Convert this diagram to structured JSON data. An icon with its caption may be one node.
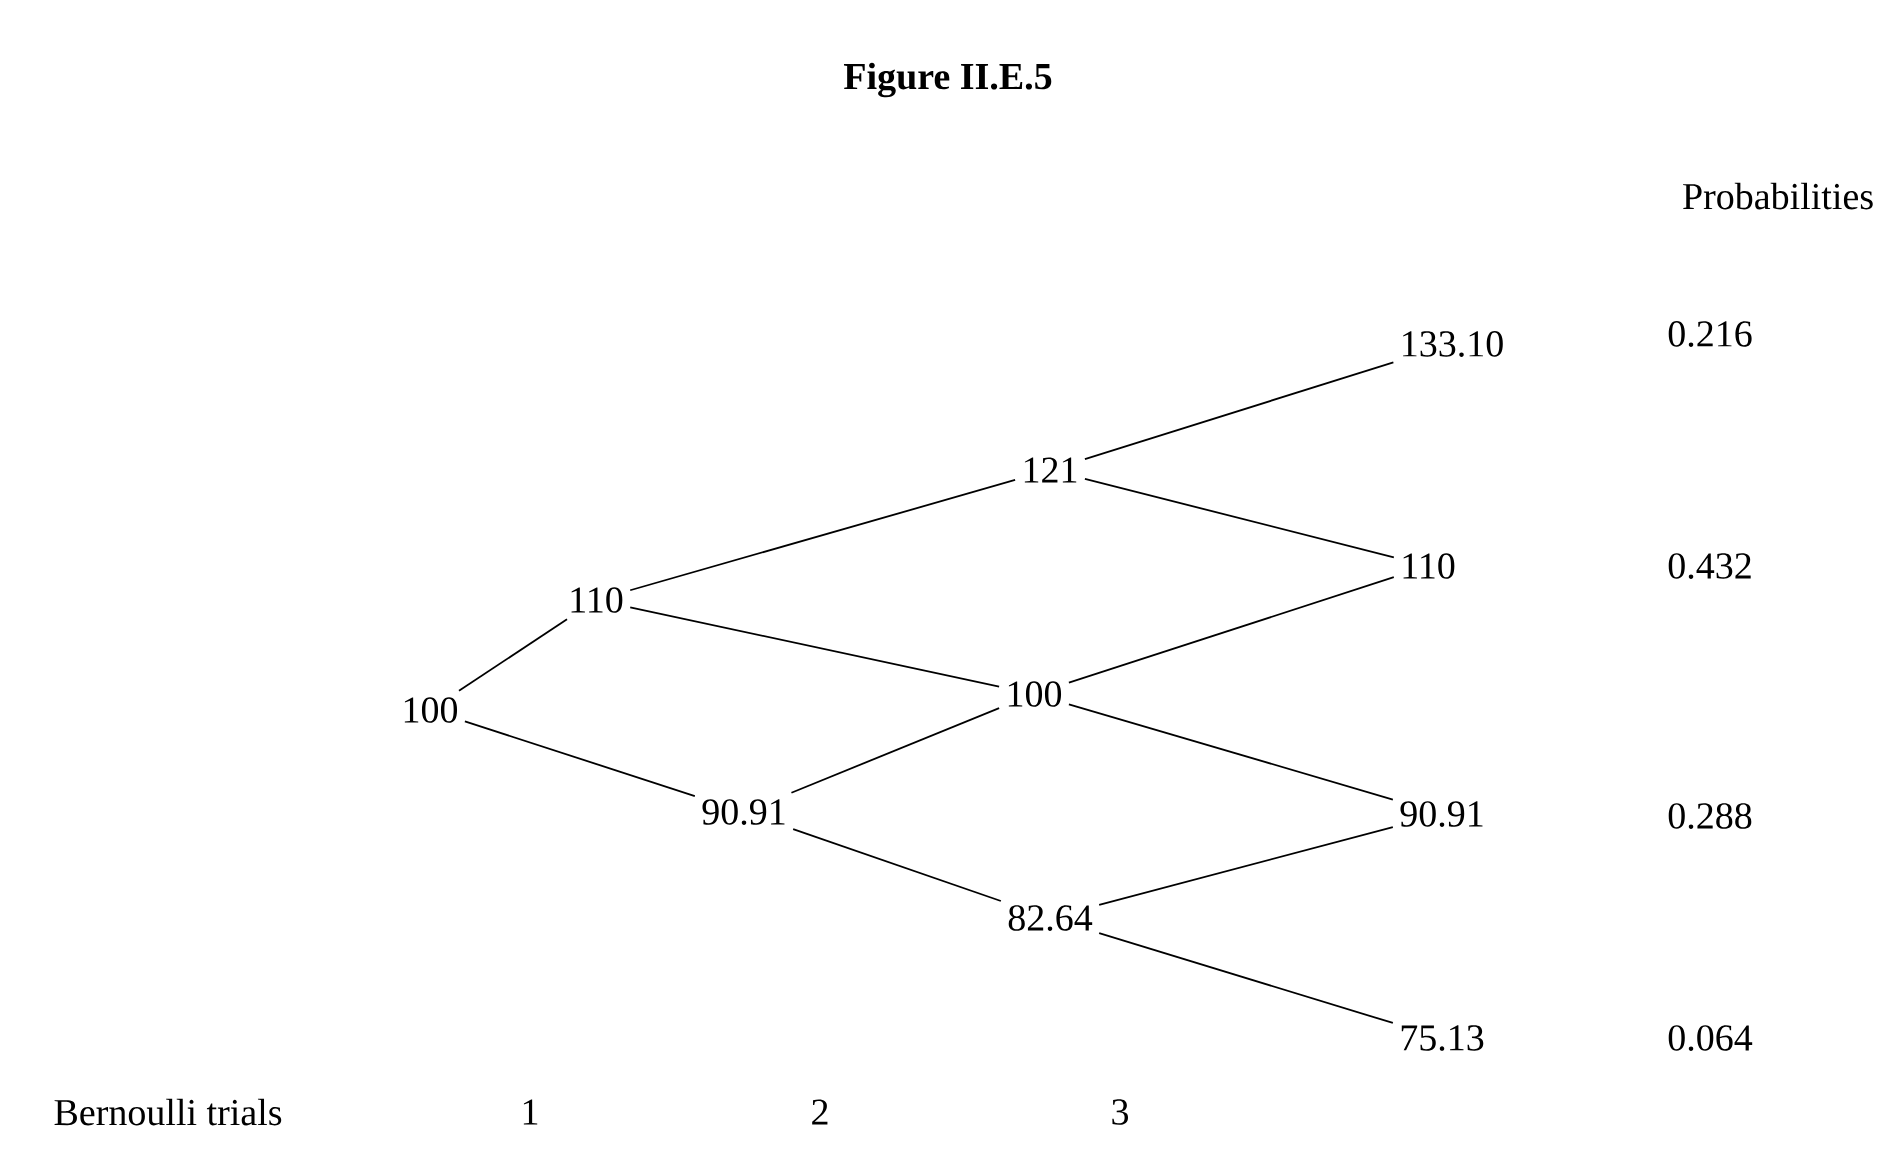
{
  "diagram": {
    "title": "Figure II.E.5",
    "nodes": [
      {
        "text": [
          "100"
        ]
      },
      {
        "text": [
          "110"
        ]
      },
      {
        "text": [
          "90.91"
        ]
      },
      {
        "text": [
          "121"
        ]
      },
      {
        "text": [
          "100"
        ]
      },
      {
        "text": [
          "82.64"
        ]
      },
      {
        "text": [
          "133.10"
        ]
      },
      {
        "text": [
          "110"
        ]
      },
      {
        "text": [
          "90.91"
        ]
      },
      {
        "text": [
          "75.13"
        ]
      }
    ],
    "edges": [
      {
        "from": 0,
        "to": 1,
        "arrow": "none"
      },
      {
        "from": 0,
        "to": 2,
        "arrow": "none"
      },
      {
        "from": 1,
        "to": 3,
        "arrow": "none"
      },
      {
        "from": 1,
        "to": 4,
        "arrow": "none"
      },
      {
        "from": 2,
        "to": 4,
        "arrow": "none"
      },
      {
        "from": 2,
        "to": 5,
        "arrow": "none"
      },
      {
        "from": 3,
        "to": 6,
        "arrow": "none"
      },
      {
        "from": 3,
        "to": 7,
        "arrow": "none"
      },
      {
        "from": 4,
        "to": 7,
        "arrow": "none"
      },
      {
        "from": 4,
        "to": 8,
        "arrow": "none"
      },
      {
        "from": 5,
        "to": 8,
        "arrow": "none"
      },
      {
        "from": 5,
        "to": 9,
        "arrow": "none"
      }
    ],
    "labels": [
      "Probabilities",
      "0.216",
      "0.432",
      "0.288",
      "0.064",
      "Bernoulli trials",
      "1",
      "2",
      "3"
    ]
  }
}
